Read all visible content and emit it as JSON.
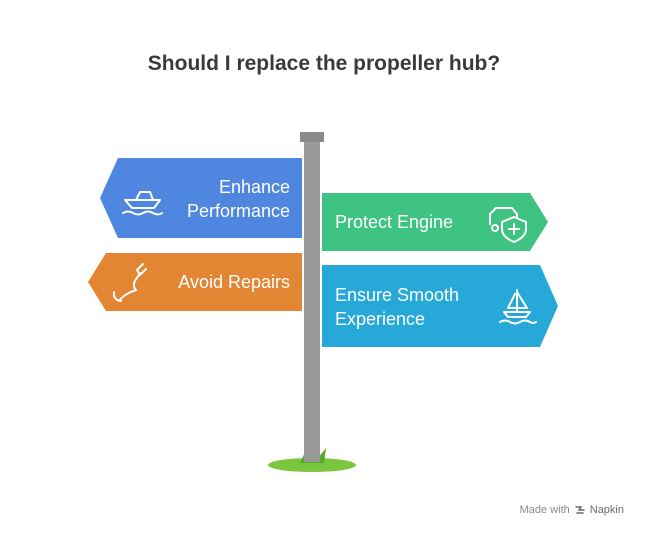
{
  "title": "Should I replace the propeller hub?",
  "signs": [
    {
      "id": "enhance",
      "label_lines": [
        "Enhance",
        "Performance"
      ],
      "color": "#4f86e0",
      "icon": "speedboat-icon",
      "direction": "left"
    },
    {
      "id": "protect",
      "label_lines": [
        "Protect Engine"
      ],
      "color": "#3ec383",
      "icon": "engine-shield-icon",
      "direction": "right"
    },
    {
      "id": "avoid",
      "label_lines": [
        "Avoid Repairs"
      ],
      "color": "#e28634",
      "icon": "wrench-icon",
      "direction": "left"
    },
    {
      "id": "smooth",
      "label_lines": [
        "Ensure Smooth",
        "Experience"
      ],
      "color": "#26a9d9",
      "icon": "sailboat-icon",
      "direction": "right"
    }
  ],
  "colors": {
    "pole": "#999999",
    "pole_cap": "#8a8a8a",
    "grass": "#7cc63f",
    "grass_blade": "#5aa82a"
  },
  "footer": {
    "made_with": "Made with",
    "brand": "Napkin"
  }
}
